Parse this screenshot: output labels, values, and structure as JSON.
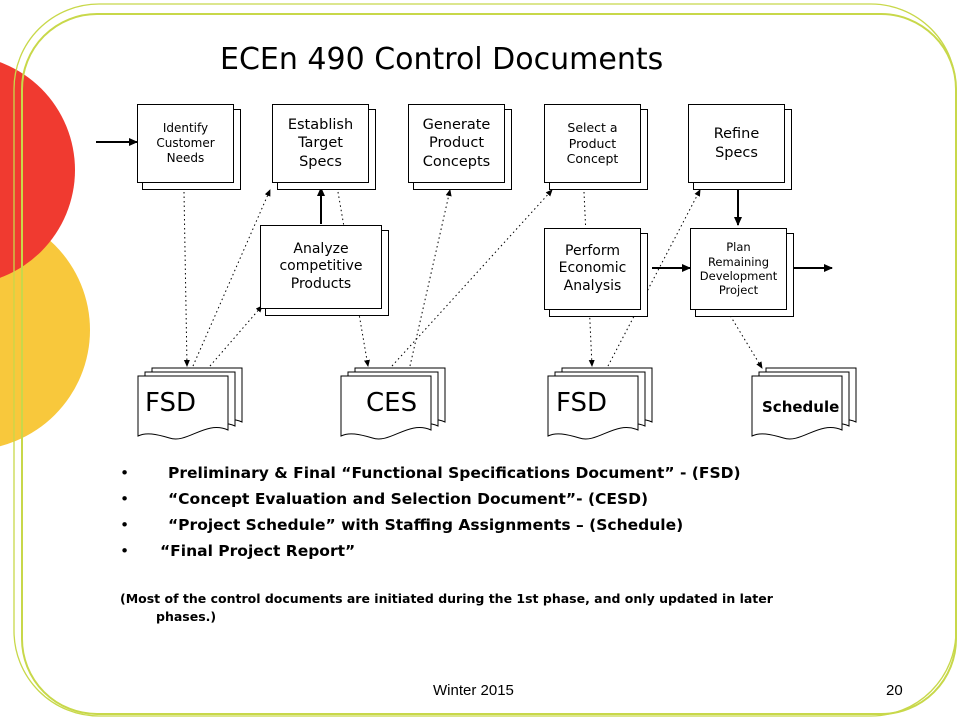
{
  "slide": {
    "title": "ECEn 490 Control Documents",
    "footer_left": "Winter 2015",
    "page_number": "20",
    "colors": {
      "frame": "#c8d84a",
      "red_circle": "#f03a30",
      "yellow_circle": "#f8c83c"
    }
  },
  "flow": {
    "boxes": [
      {
        "id": "identify",
        "label": "Identify\nCustomer\nNeeds"
      },
      {
        "id": "establish",
        "label": "Establish\nTarget\nSpecs"
      },
      {
        "id": "generate",
        "label": "Generate\nProduct\nConcepts"
      },
      {
        "id": "select",
        "label": "Select a\nProduct\nConcept"
      },
      {
        "id": "refine",
        "label": "Refine\nSpecs"
      },
      {
        "id": "analyze",
        "label": "Analyze\ncompetitive\nProducts"
      },
      {
        "id": "perform",
        "label": "Perform\nEconomic\nAnalysis"
      },
      {
        "id": "plan",
        "label": "Plan\nRemaining\nDevelopment\nProject"
      }
    ],
    "documents": [
      {
        "id": "fsd1",
        "label": "FSD"
      },
      {
        "id": "ces",
        "label": "CES"
      },
      {
        "id": "fsd2",
        "label": "FSD"
      },
      {
        "id": "schedule",
        "label": "Schedule"
      }
    ]
  },
  "bullets": [
    "Preliminary & Final “Functional Specifications Document” - (FSD)",
    "“Concept Evaluation and Selection Document”- (CESD)",
    "“Project Schedule” with Staffing Assignments – (Schedule)",
    "“Final Project Report”"
  ],
  "bullet_symbol": "•",
  "note": {
    "line1": "(Most of the control documents are initiated during the 1st phase, and only updated in later",
    "line2": "phases.)"
  }
}
